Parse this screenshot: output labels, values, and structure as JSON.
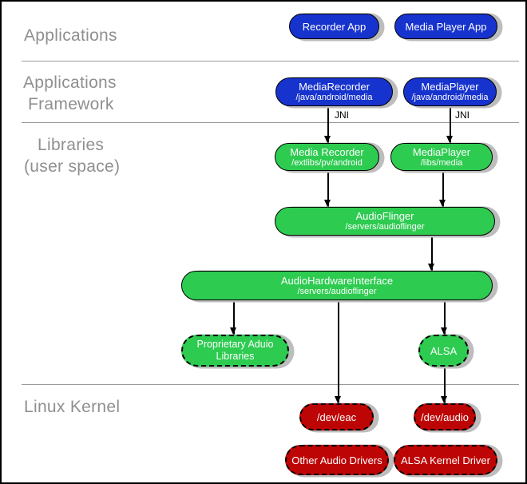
{
  "colors": {
    "blue": "#1733cd",
    "green": "#2ecb51",
    "red": "#bd0505",
    "shadow": "#bdbdbd",
    "layer_label": "#8f8f8f",
    "separator": "#999999"
  },
  "layers": [
    {
      "id": "applications",
      "lines": [
        "Applications"
      ]
    },
    {
      "id": "applications-framework",
      "lines": [
        "Applications",
        "Framework"
      ]
    },
    {
      "id": "libraries-user-space",
      "lines": [
        "Libraries",
        "(user space)"
      ]
    },
    {
      "id": "linux-kernel",
      "lines": [
        "Linux Kernel"
      ]
    }
  ],
  "nodes": {
    "recorder_app": {
      "title": "Recorder App"
    },
    "media_player_app": {
      "title": "Media Player App"
    },
    "media_recorder_fw": {
      "title": "MediaRecorder",
      "subtitle": "/java/android/media"
    },
    "media_player_fw": {
      "title": "MediaPlayer",
      "subtitle": "/java/android/media"
    },
    "media_recorder_lib": {
      "title": "Media Recorder",
      "subtitle": "/extlibs/pv/android"
    },
    "media_player_lib": {
      "title": "MediaPlayer",
      "subtitle": "/libs/media"
    },
    "audioflinger": {
      "title": "AudioFlinger",
      "subtitle": "/servers/audioflinger"
    },
    "audio_hardware_interface": {
      "title": "AudioHardwareInterface",
      "subtitle": "/servers/audioflinger"
    },
    "proprietary_audio_libraries": {
      "title": "Proprietary Aduio Libraries"
    },
    "alsa": {
      "title": "ALSA"
    },
    "dev_eac": {
      "title": "/dev/eac"
    },
    "dev_audio": {
      "title": "/dev/audio"
    },
    "other_audio_drivers": {
      "title": "Other Audio Drivers"
    },
    "alsa_kernel_driver": {
      "title": "ALSA Kernel Driver"
    }
  },
  "edge_labels": {
    "jni_left": "JNI",
    "jni_right": "JNI"
  }
}
